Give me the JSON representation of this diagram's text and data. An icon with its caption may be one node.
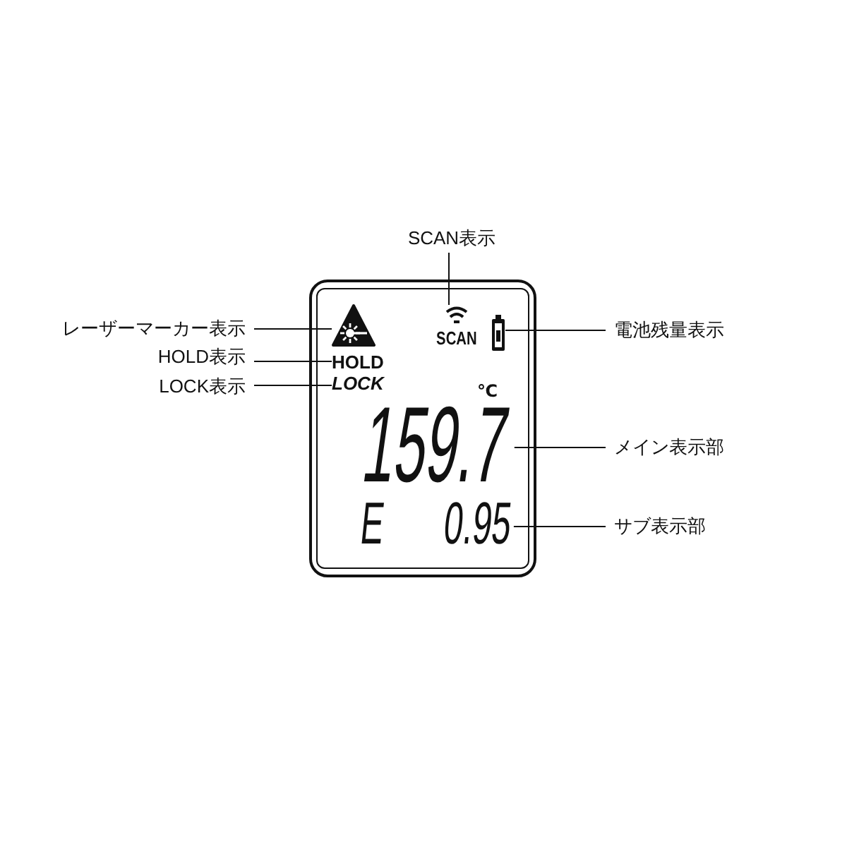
{
  "diagram": {
    "nodes": [
      {
        "text": [
          "SCAN表示"
        ]
      },
      {
        "text": [
          "レーザーマーカー表示"
        ]
      },
      {
        "text": [
          "HOLD表示"
        ]
      },
      {
        "text": [
          "LOCK表示"
        ]
      },
      {
        "text": [],
        "shape": "box"
      },
      {
        "text": [],
        "shape": "picture",
        "in": 4
      },
      {
        "text": [
          "SCAN"
        ],
        "in": 4
      },
      {
        "text": [],
        "shape": "picture",
        "in": 4
      },
      {
        "text": [
          "HOLD"
        ],
        "in": 4
      },
      {
        "text": [
          "LOCK"
        ],
        "in": 4
      },
      {
        "text": [
          "159.7"
        ],
        "in": 4
      },
      {
        "text": [
          "0.95"
        ],
        "in": 4
      },
      {
        "text": [
          "電池残量表示"
        ]
      },
      {
        "text": [
          "メイン表示部"
        ]
      },
      {
        "text": [
          "サブ表示部"
        ]
      }
    ],
    "edges": [
      {
        "from": 0,
        "to": 6,
        "arrow": "none"
      },
      {
        "from": 1,
        "to": 5,
        "arrow": "none"
      },
      {
        "from": 2,
        "to": 8,
        "arrow": "none"
      },
      {
        "from": 3,
        "to": 9,
        "arrow": "none"
      },
      {
        "from": 12,
        "to": 7,
        "arrow": "none"
      },
      {
        "from": 13,
        "to": 10,
        "arrow": "none"
      },
      {
        "from": 14,
        "to": 11,
        "arrow": "none"
      }
    ],
    "labels": [
      "℃",
      "E"
    ]
  }
}
